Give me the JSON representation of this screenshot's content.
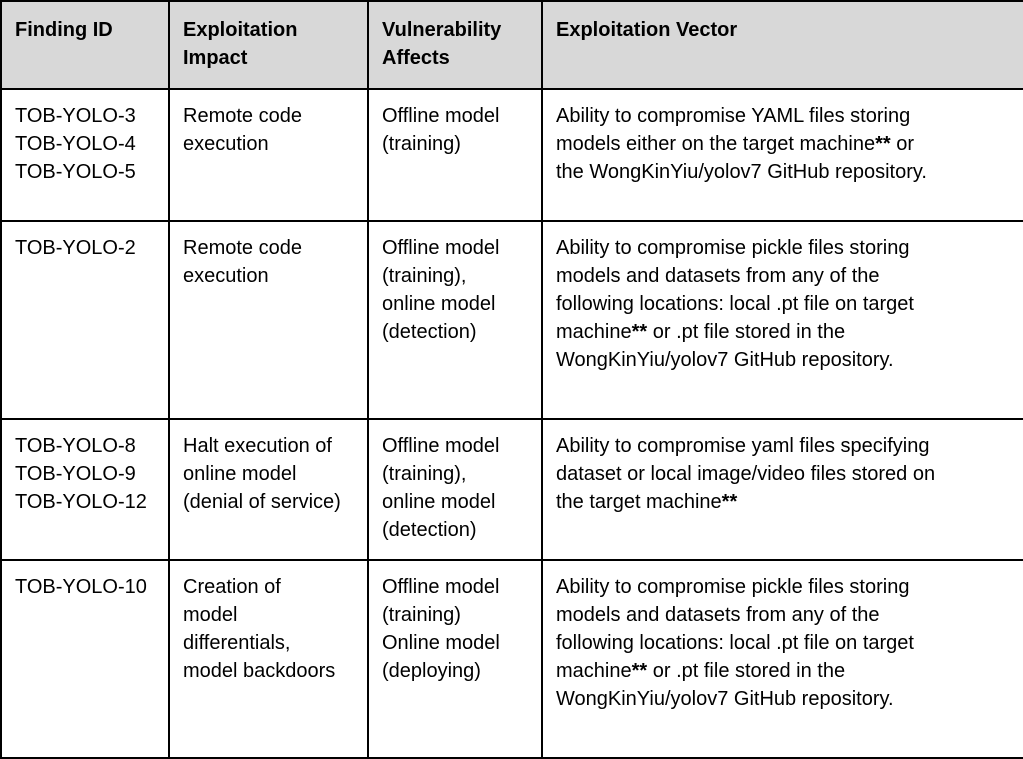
{
  "colors": {
    "header_bg": "#d8d8d8",
    "border": "#000000",
    "text": "#000000",
    "page_bg": "#ffffff"
  },
  "table": {
    "headers": [
      "Finding ID",
      "Exploitation Impact",
      "Vulnerability Affects",
      "Exploitation Vector"
    ],
    "rows": [
      {
        "ids": [
          "TOB-YOLO-3",
          "TOB-YOLO-4",
          "TOB-YOLO-5"
        ],
        "impact_lines": [
          "Remote code",
          "execution"
        ],
        "affects_lines": [
          "Offline model",
          "(training)"
        ],
        "vector_lines": [
          [
            {
              "text": "Ability to compromise YAML files storing"
            }
          ],
          [
            {
              "text": "models either on the target machine"
            },
            {
              "text": "**",
              "bold": true
            },
            {
              "text": " or"
            }
          ],
          [
            {
              "text": "the WongKinYiu/yolov7 GitHub repository."
            }
          ]
        ]
      },
      {
        "ids": [
          "TOB-YOLO-2"
        ],
        "impact_lines": [
          "Remote code",
          "execution"
        ],
        "affects_lines": [
          "Offline model",
          "(training),",
          "online model",
          "(detection)"
        ],
        "vector_lines": [
          [
            {
              "text": "Ability to compromise pickle files storing"
            }
          ],
          [
            {
              "text": "models and datasets from any of the"
            }
          ],
          [
            {
              "text": "following locations: local .pt file on target"
            }
          ],
          [
            {
              "text": "machine"
            },
            {
              "text": "**",
              "bold": true
            },
            {
              "text": " or .pt file stored in the"
            }
          ],
          [
            {
              "text": "WongKinYiu/yolov7 GitHub repository."
            }
          ]
        ]
      },
      {
        "ids": [
          "TOB-YOLO-8",
          "TOB-YOLO-9",
          "TOB-YOLO-12"
        ],
        "impact_lines": [
          "Halt execution of",
          "online model",
          "(denial of service)"
        ],
        "affects_lines": [
          "Offline model",
          "(training),",
          "online model",
          "(detection)"
        ],
        "vector_lines": [
          [
            {
              "text": "Ability to compromise yaml files specifying"
            }
          ],
          [
            {
              "text": "dataset or local image/video files stored on"
            }
          ],
          [
            {
              "text": "the target machine"
            },
            {
              "text": "**",
              "bold": true
            }
          ]
        ]
      },
      {
        "ids": [
          "TOB-YOLO-10"
        ],
        "impact_lines": [
          "Creation of",
          "model",
          "differentials,",
          "model backdoors"
        ],
        "affects_lines": [
          "Offline model",
          "(training)",
          "Online model",
          "(deploying)"
        ],
        "vector_lines": [
          [
            {
              "text": "Ability to compromise pickle files storing"
            }
          ],
          [
            {
              "text": "models and datasets from any of the"
            }
          ],
          [
            {
              "text": "following locations: local .pt file on target"
            }
          ],
          [
            {
              "text": "machine"
            },
            {
              "text": "**",
              "bold": true
            },
            {
              "text": " or .pt file stored in the"
            }
          ],
          [
            {
              "text": "WongKinYiu/yolov7 GitHub repository."
            }
          ]
        ]
      }
    ]
  }
}
